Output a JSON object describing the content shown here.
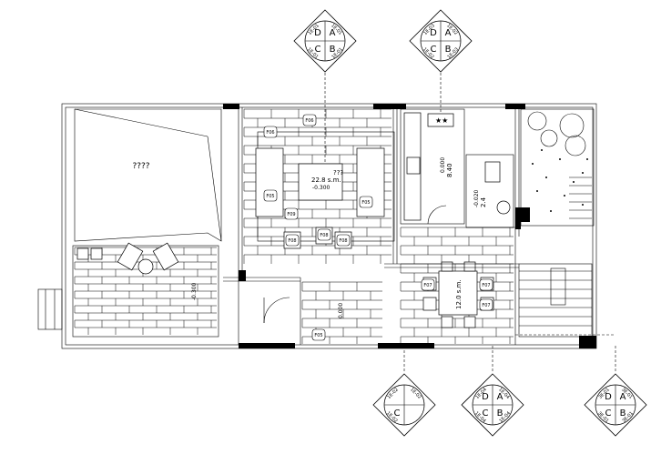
{
  "rooms": [
    {
      "key": "courtyard",
      "label": "????"
    },
    {
      "key": "living",
      "name": "???",
      "area": "22.8 s.m.",
      "level": "-0.300"
    },
    {
      "key": "kitchen",
      "area": "8.40",
      "level": "0.000"
    },
    {
      "key": "bath",
      "area": "2.4",
      "level": "-0.020"
    },
    {
      "key": "dining",
      "area": "12.0 s.m."
    },
    {
      "key": "terrace",
      "level": "-0.300"
    },
    {
      "key": "hall",
      "level": "0.000"
    }
  ],
  "tags": {
    "living_top": "F06",
    "living_side": "F06",
    "living_bl": "F05",
    "living_br": "F05",
    "living_stool": "F09",
    "table_left": "F08",
    "table_mid": "F08",
    "table_right": "F08",
    "dining_left": "F07",
    "dining_right": "F07",
    "dining_low": "F07",
    "hall_tag": "F05"
  },
  "symbols": [
    {
      "key": "sym1",
      "A": "A",
      "B": "B",
      "C": "C",
      "D": "D",
      "l1": "1E-01",
      "l2": "1E-01",
      "l3": "1E-01",
      "l4": "1E-01"
    },
    {
      "key": "sym2",
      "A": "A",
      "B": "B",
      "C": "C",
      "D": "D",
      "l1": "1E-03",
      "l2": "1E-02",
      "l3": "1E-02",
      "l4": "1E-03"
    },
    {
      "key": "sym3",
      "A": "",
      "B": "",
      "C": "C",
      "D": "",
      "l1": "1E-02",
      "l2": "1E-02",
      "l3": "1E-02",
      "l4": ""
    },
    {
      "key": "sym4",
      "A": "A",
      "B": "B",
      "C": "C",
      "D": "D",
      "l1": "1E-04",
      "l2": "1E-04",
      "l3": "1E-04",
      "l4": "1E-04"
    },
    {
      "key": "sym5",
      "A": "A",
      "B": "B",
      "C": "C",
      "D": "D",
      "l1": "3E-01",
      "l2": "3E-01",
      "l3": "3E-01",
      "l4": "3E-01"
    }
  ]
}
